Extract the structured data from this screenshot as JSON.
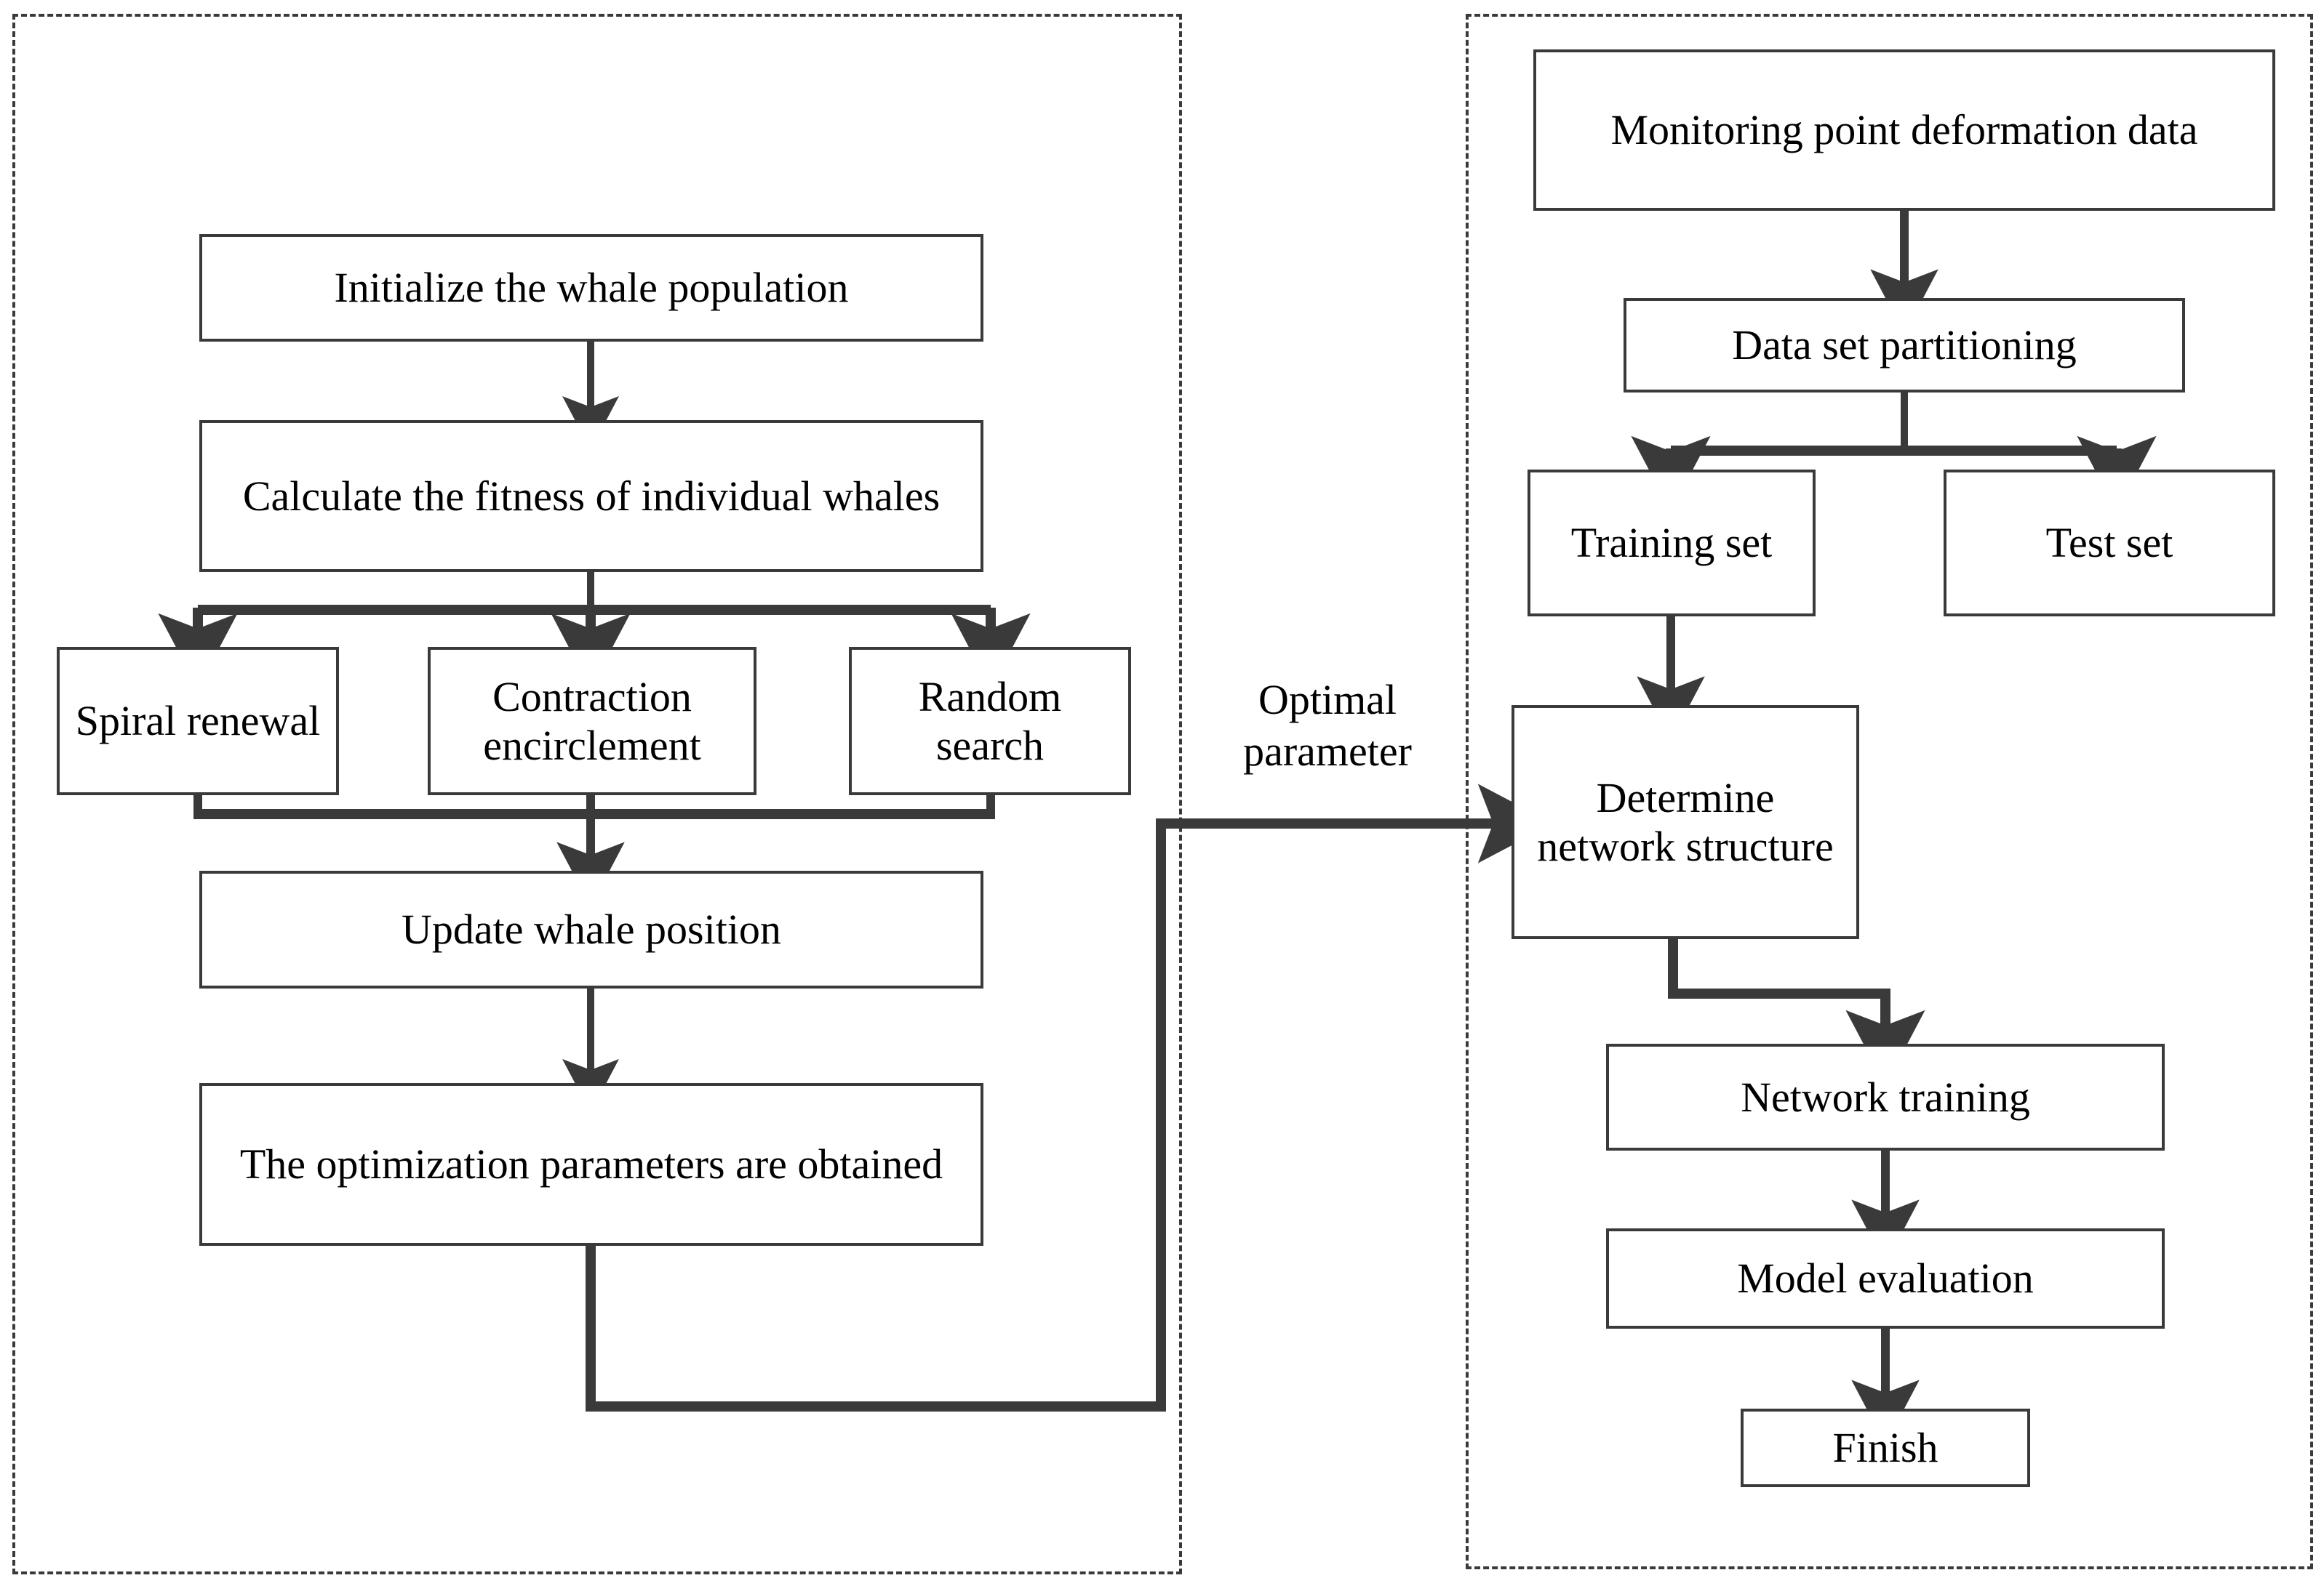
{
  "figure": {
    "kind": "flowchart",
    "description": "Two-panel flowchart: whale optimization algorithm (left) feeding optimal parameters into a neural-network modeling pipeline (right)"
  },
  "panels": {
    "left": {
      "name": "whale-optimization-panel",
      "border_style": "dashed",
      "border_color": "#3a3a3a"
    },
    "right": {
      "name": "network-modeling-panel",
      "border_style": "dashed",
      "border_color": "#3a3a3a"
    }
  },
  "left_nodes": [
    {
      "id": "init-population",
      "label": "Initialize the whale population"
    },
    {
      "id": "calculate-fitness",
      "label": "Calculate the fitness of individual whales"
    },
    {
      "id": "spiral-renewal",
      "label": "Spiral renewal"
    },
    {
      "id": "contraction-encirclement",
      "label": "Contraction encirclement"
    },
    {
      "id": "random-search",
      "label": "Random search"
    },
    {
      "id": "update-position",
      "label": "Update whale position"
    },
    {
      "id": "optimization-parameters",
      "label": "The optimization parameters are obtained"
    }
  ],
  "right_nodes": [
    {
      "id": "monitoring-data",
      "label": "Monitoring point deformation data"
    },
    {
      "id": "data-set-partitioning",
      "label": "Data set partitioning"
    },
    {
      "id": "training-set",
      "label": "Training set"
    },
    {
      "id": "test-set",
      "label": "Test set"
    },
    {
      "id": "determine-network-structure",
      "label": "Determine network structure"
    },
    {
      "id": "network-training",
      "label": "Network training"
    },
    {
      "id": "model-evaluation",
      "label": "Model evaluation"
    },
    {
      "id": "finish",
      "label": "Finish"
    }
  ],
  "edge_labels": {
    "optimal_parameter": "Optimal parameter"
  },
  "edges": [
    {
      "from": "init-population",
      "to": "calculate-fitness",
      "style": "arrow"
    },
    {
      "from": "calculate-fitness",
      "to": "spiral-renewal",
      "style": "branch-arrow"
    },
    {
      "from": "calculate-fitness",
      "to": "contraction-encirclement",
      "style": "branch-arrow"
    },
    {
      "from": "calculate-fitness",
      "to": "random-search",
      "style": "branch-arrow"
    },
    {
      "from": "spiral-renewal",
      "to": "update-position",
      "style": "merge-arrow"
    },
    {
      "from": "contraction-encirclement",
      "to": "update-position",
      "style": "merge-arrow"
    },
    {
      "from": "random-search",
      "to": "update-position",
      "style": "merge-arrow"
    },
    {
      "from": "update-position",
      "to": "optimization-parameters",
      "style": "arrow"
    },
    {
      "from": "optimization-parameters",
      "to": "determine-network-structure",
      "style": "elbow-arrow",
      "label": "Optimal parameter"
    },
    {
      "from": "monitoring-data",
      "to": "data-set-partitioning",
      "style": "arrow"
    },
    {
      "from": "data-set-partitioning",
      "to": "training-set",
      "style": "branch-arrow"
    },
    {
      "from": "data-set-partitioning",
      "to": "test-set",
      "style": "branch-arrow"
    },
    {
      "from": "training-set",
      "to": "determine-network-structure",
      "style": "arrow"
    },
    {
      "from": "determine-network-structure",
      "to": "network-training",
      "style": "elbow-arrow"
    },
    {
      "from": "network-training",
      "to": "model-evaluation",
      "style": "arrow"
    },
    {
      "from": "model-evaluation",
      "to": "finish",
      "style": "arrow"
    }
  ],
  "colors": {
    "line": "#3a3a3a",
    "box_border": "#3a3a3a",
    "box_fill": "#ffffff",
    "text": "#000000",
    "background": "#ffffff"
  }
}
